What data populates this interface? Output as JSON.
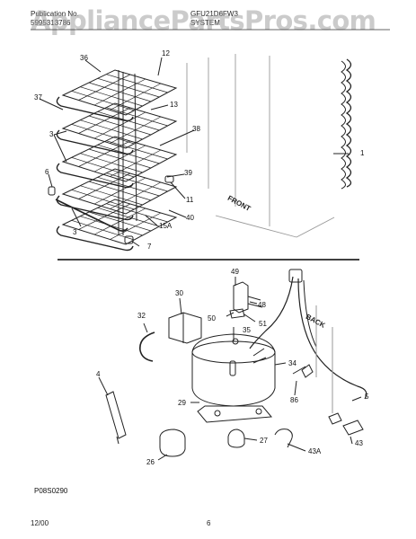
{
  "header": {
    "publication_label": "Publication No.",
    "publication_number": "5995313786",
    "model": "GFU21D6FW3",
    "section": "SYSTEM"
  },
  "watermark": "AppliancePartsPros.com",
  "diagram": {
    "upper_labels": [
      "36",
      "12",
      "37",
      "13",
      "3",
      "38",
      "1",
      "6",
      "39",
      "11",
      "40",
      "15A",
      "3",
      "7"
    ],
    "front_label": "FRONT",
    "lower_labels": [
      "49",
      "30",
      "48",
      "32",
      "50",
      "51",
      "35",
      "34",
      "4",
      "29",
      "86",
      "5",
      "27",
      "43",
      "26",
      "43A"
    ],
    "back_label": "BACK",
    "drawing_code": "P08S0290"
  },
  "footer": {
    "date": "12/00",
    "page": "6"
  }
}
